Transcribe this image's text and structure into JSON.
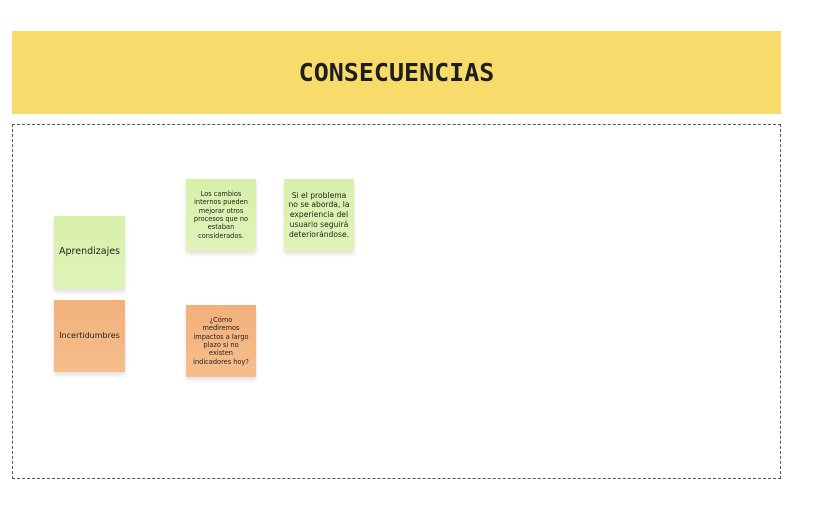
{
  "header": {
    "title": "CONSECUENCIAS",
    "background_color": "#f8dc6b"
  },
  "frame": {
    "border_style": "dashed",
    "border_color": "#555555"
  },
  "colors": {
    "green_sticky": "#d9f1ad",
    "orange_sticky": "#f3b680"
  },
  "rows": [
    {
      "label": "Aprendizajes",
      "color": "green",
      "notes": [
        "Los cambios internos pueden mejorar otros procesos que no estaban considerados.",
        "Si el problema no se aborda, la experiencia del usuario seguirá deteriorándose."
      ]
    },
    {
      "label": "Incertidumbres",
      "color": "orange",
      "notes": [
        "¿Cómo mediremos impactos a largo plazo si no existen indicadores hoy?"
      ]
    }
  ]
}
